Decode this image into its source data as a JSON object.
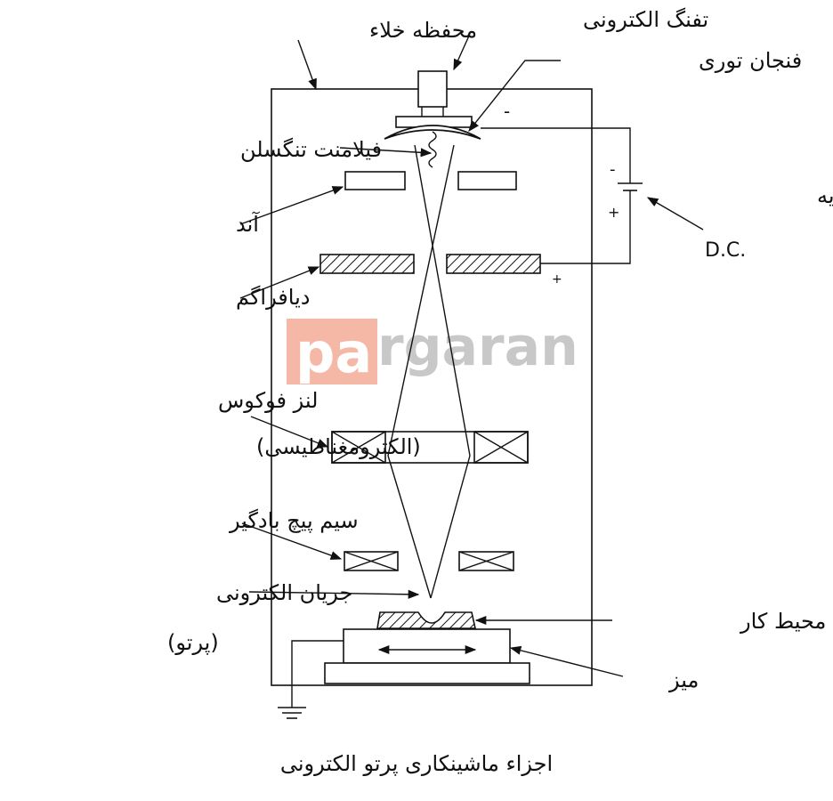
{
  "labels": {
    "vacuum_chamber": "محفظه خلاء",
    "electron_gun": "تفنگ الکترونی",
    "bias_cup": "فنجان توری",
    "tungsten_filament": "فیلامنت تنگسلن",
    "power_supply": "منبع تغذیه",
    "dc": "D.C.",
    "anode": "آند",
    "diaphragm": "دیافراگم",
    "focus_lens_line1": "لنز فوکوس",
    "focus_lens_line2": "(الکترومغناطیسی)",
    "deflection_coil": "سیم پیچ بادگیر",
    "beam_line1": "جریان الکترونی",
    "beam_line2": "(پرتو)",
    "workpiece": "محیط کار",
    "table": "میز",
    "caption": "اجزاء ماشینکاری پرتو الکترونی"
  },
  "polarity": {
    "cup": "-",
    "supply_top": "-",
    "supply_bottom": "+",
    "diaphragm": "+"
  },
  "watermark": {
    "part1": "pa",
    "part2": "rgaran",
    "accent_color": "#f5b8a6",
    "text_color": "#c8c8c8"
  },
  "colors": {
    "line": "#111111",
    "background": "#ffffff"
  }
}
